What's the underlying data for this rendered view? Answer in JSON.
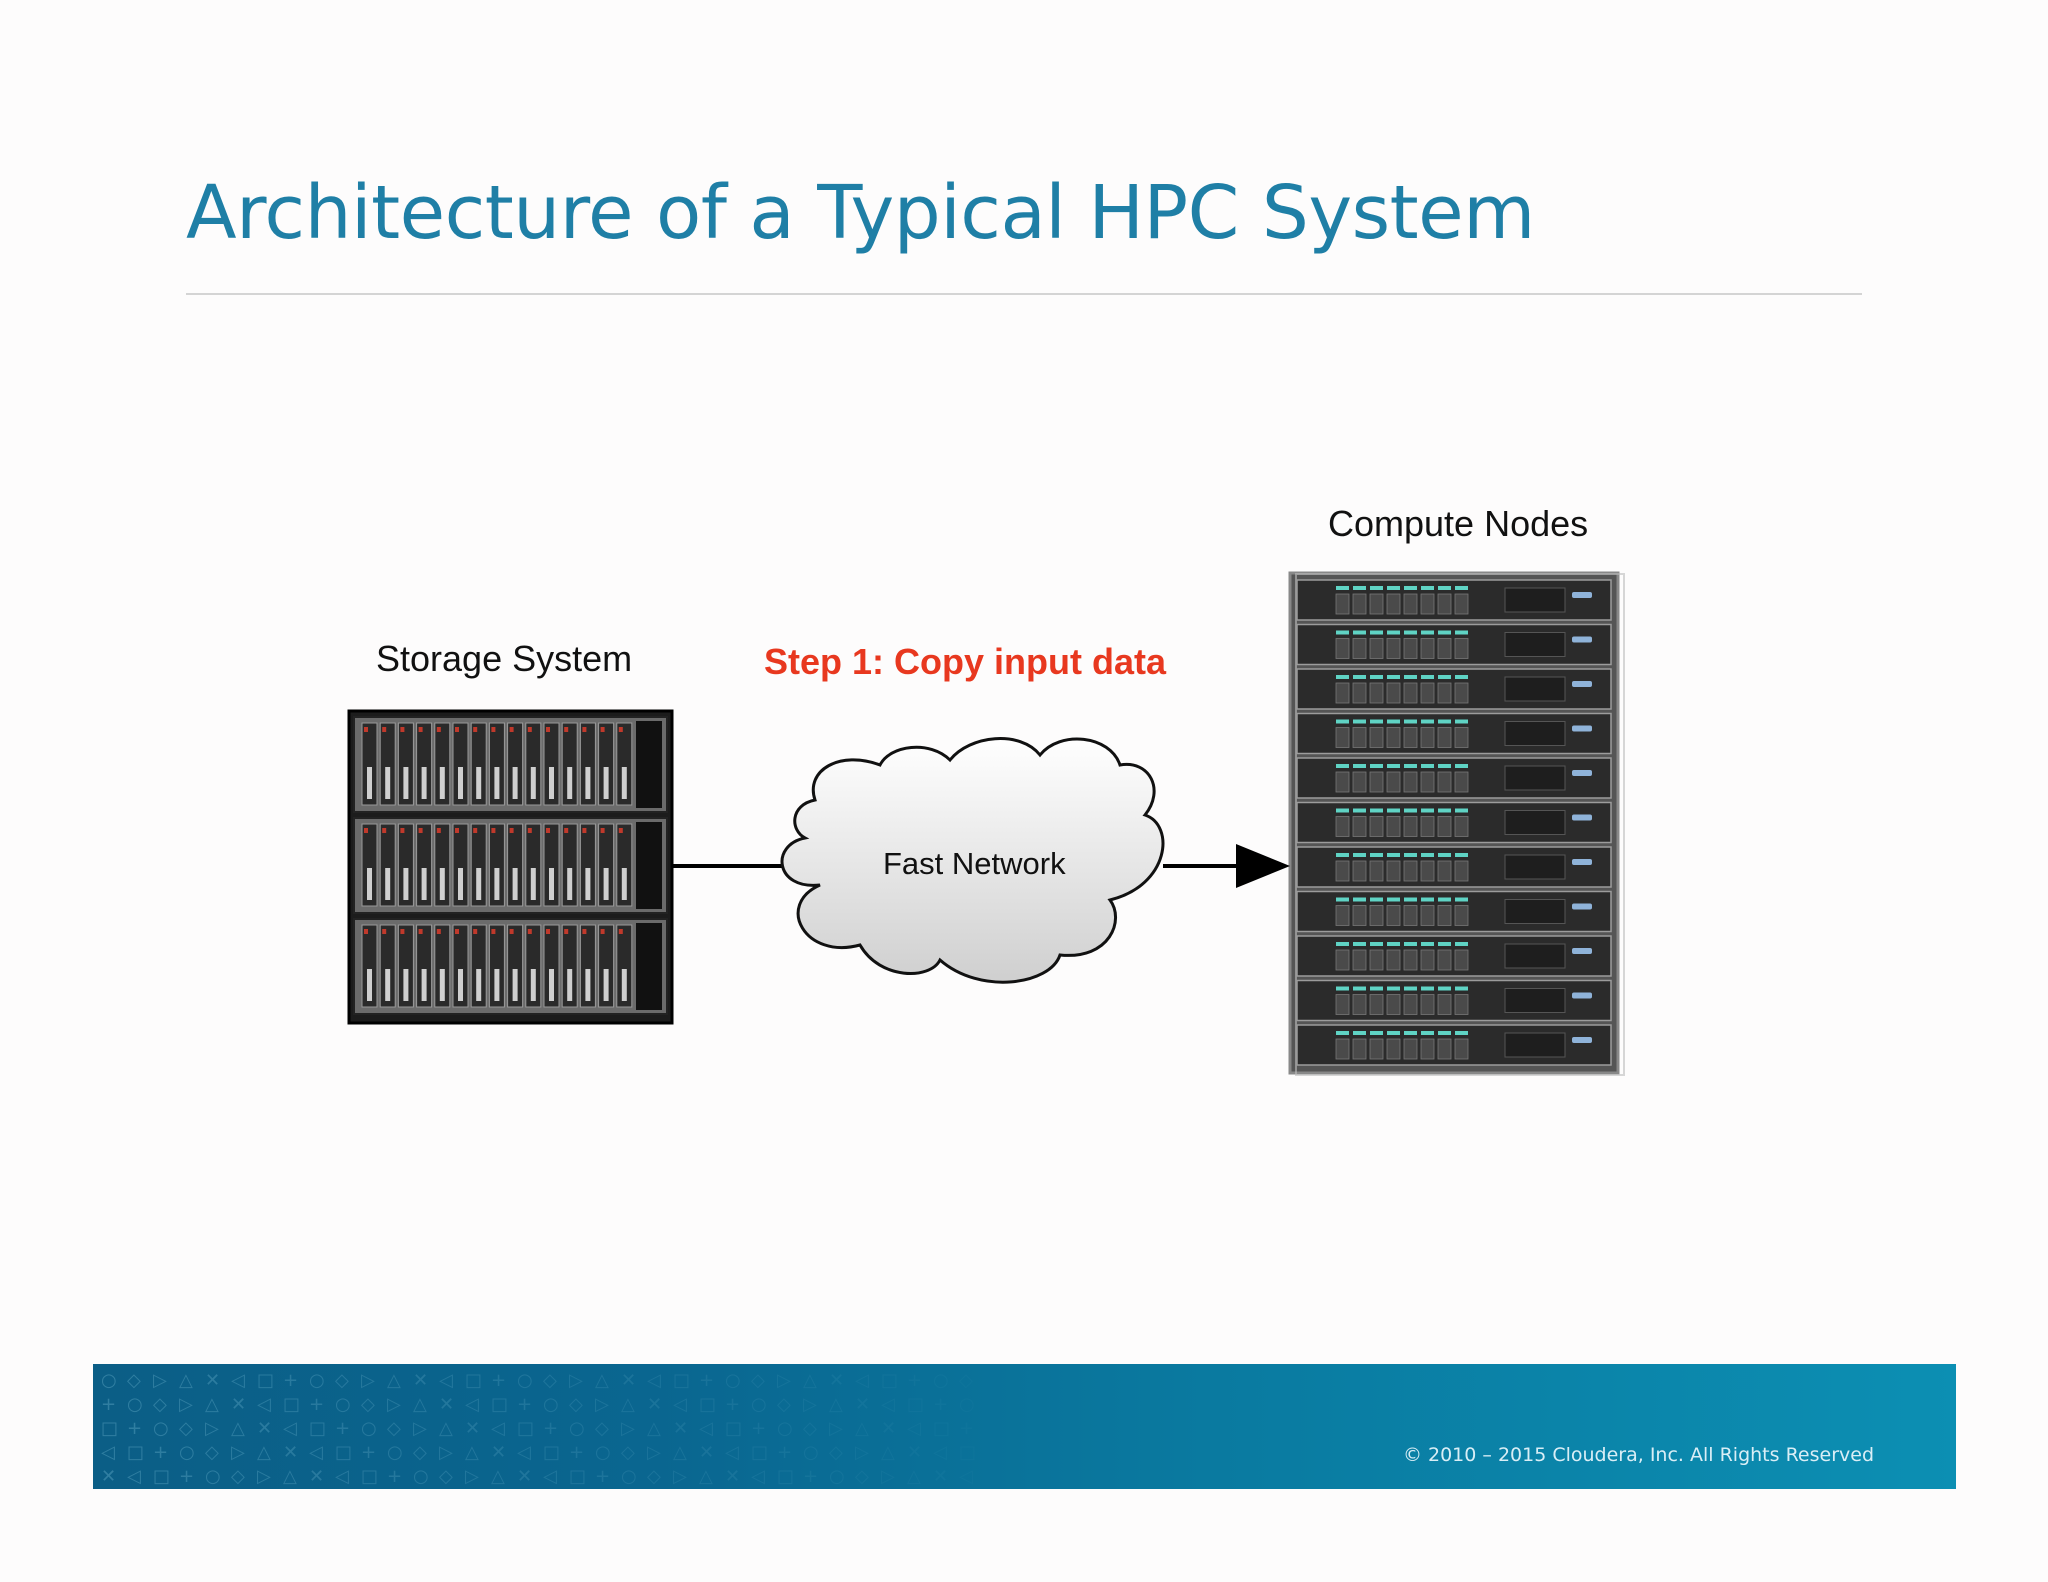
{
  "slide": {
    "title": "Architecture of a Typical HPC System"
  },
  "diagram": {
    "storage_label": "Storage System",
    "compute_label": "Compute Nodes",
    "step_label": "Step 1: Copy input data",
    "network_label": "Fast Network",
    "colors": {
      "title": "#1f7fa6",
      "step": "#e8381f",
      "footer": "#0a7aa0"
    }
  },
  "footer": {
    "copyright": "© 2010 – 2015 Cloudera, Inc. All Rights Reserved"
  }
}
